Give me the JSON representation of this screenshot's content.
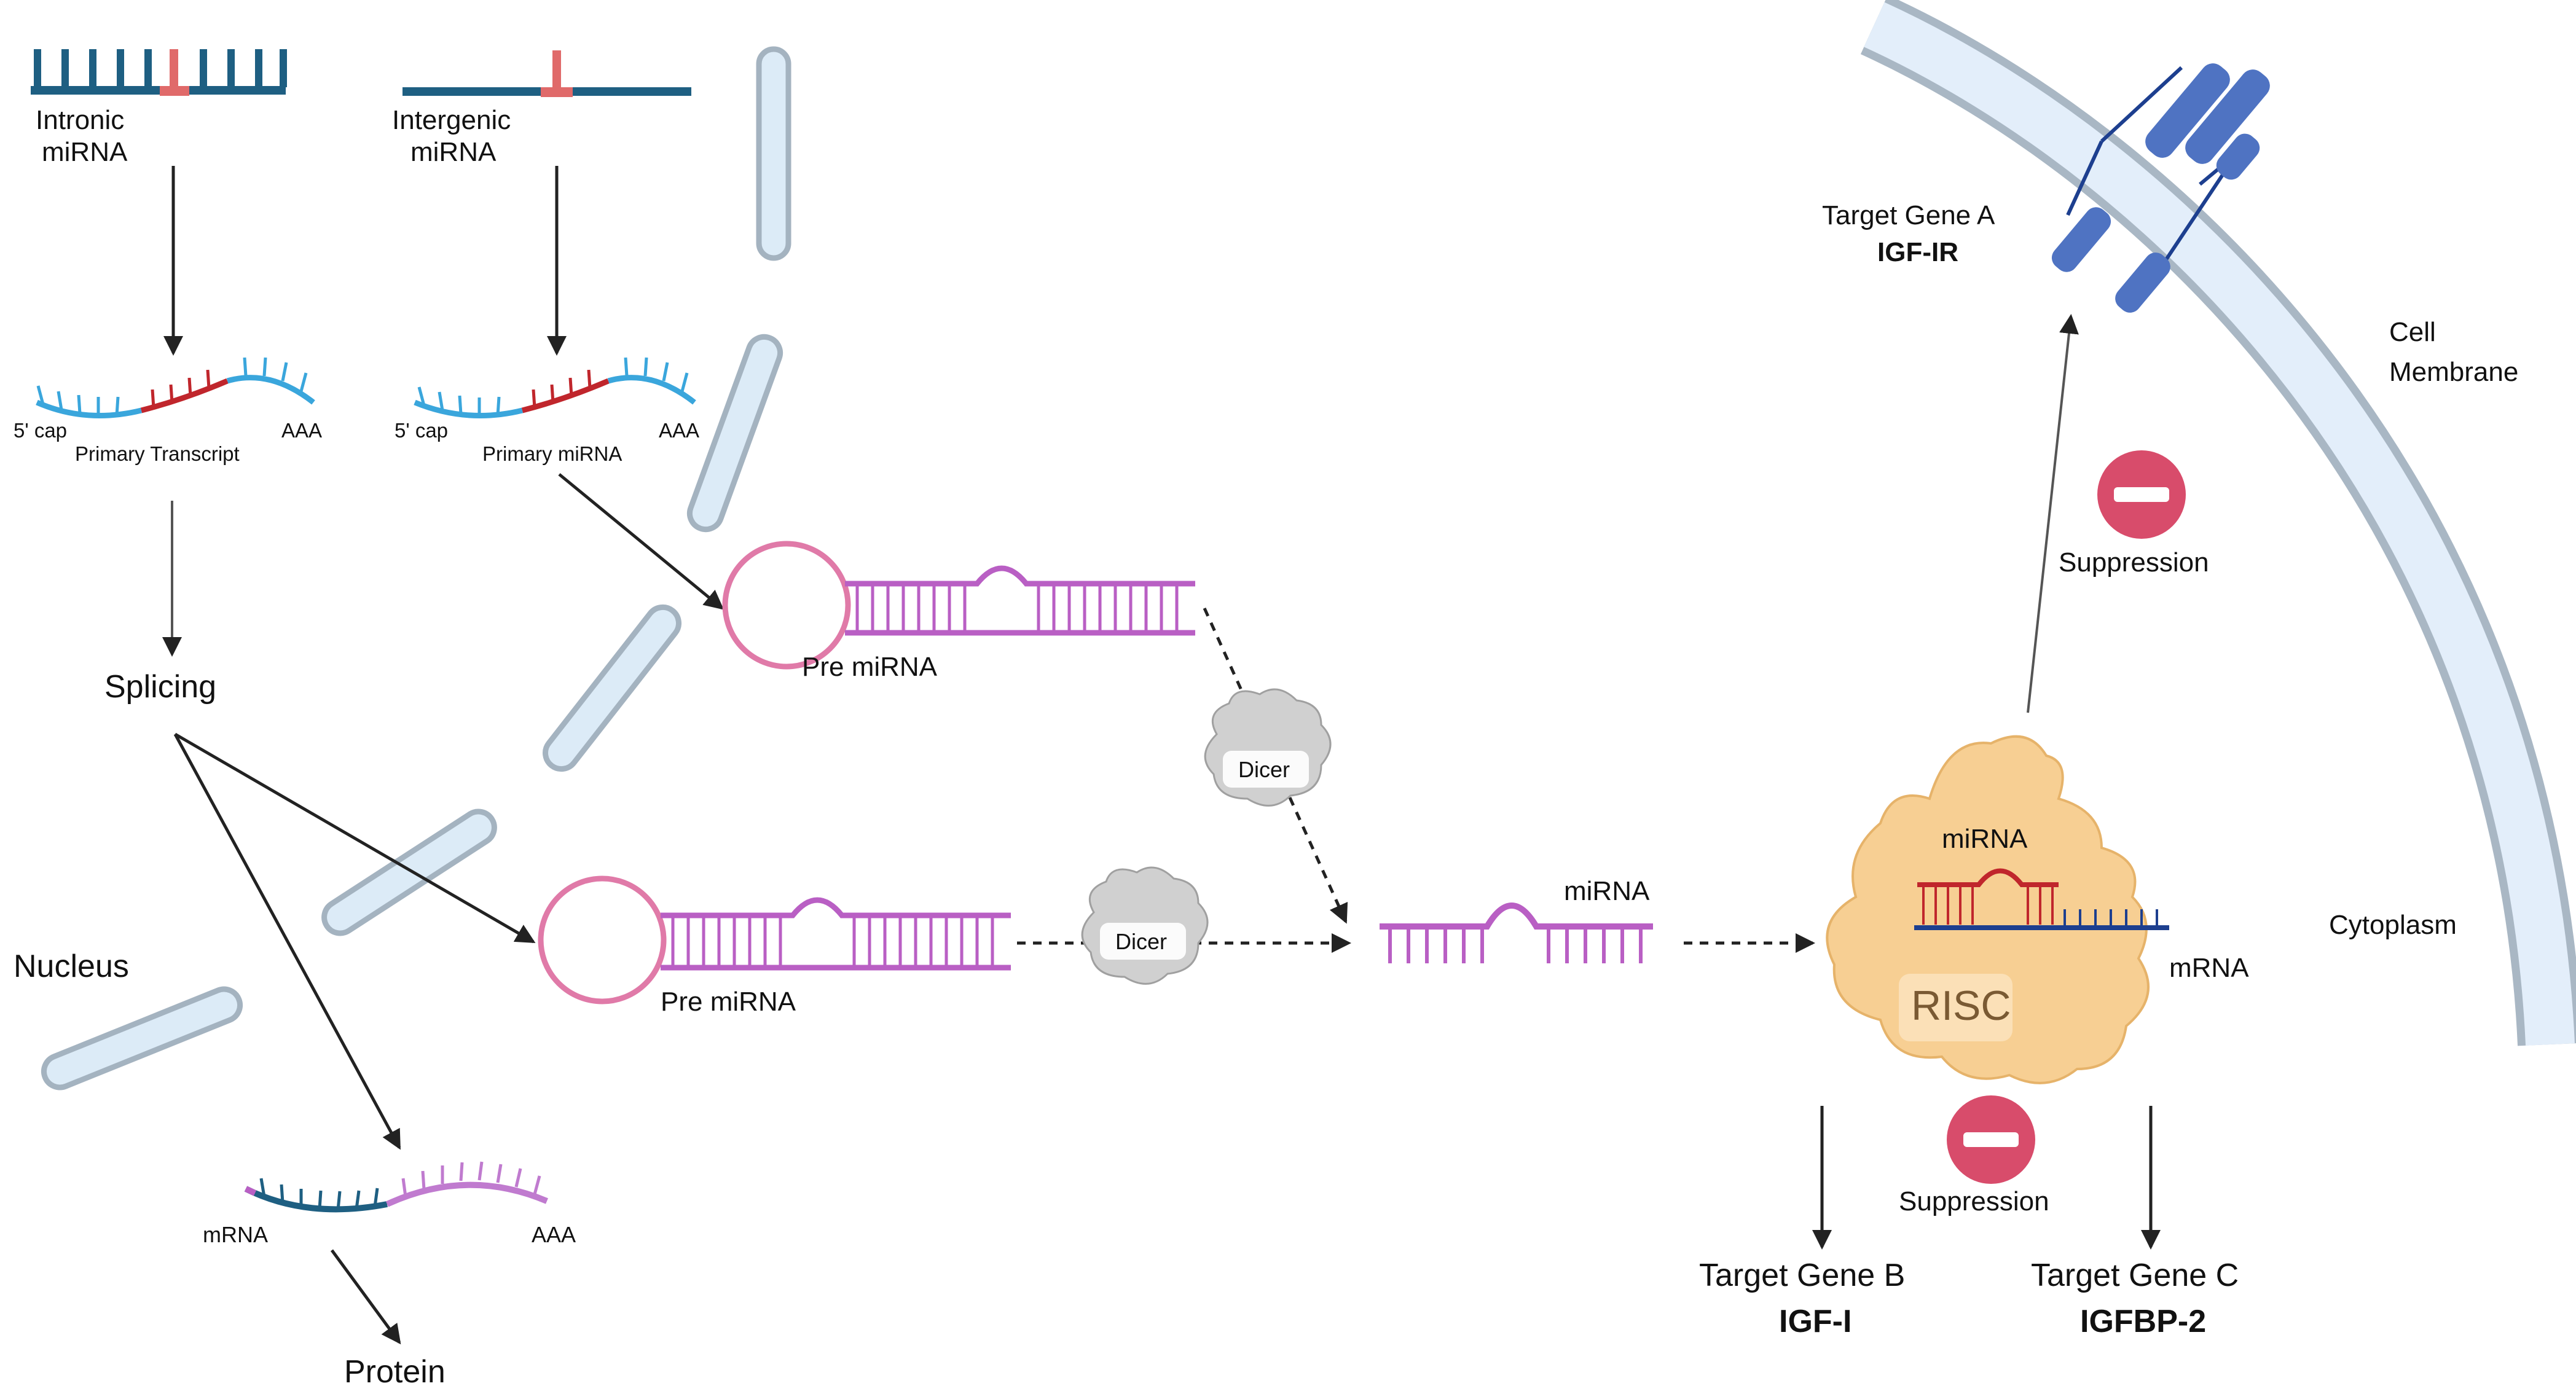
{
  "labels": {
    "intronic": [
      "Intronic",
      "miRNA"
    ],
    "intergenic": [
      "Intergenic",
      "miRNA"
    ],
    "cap_left": "5' cap",
    "aaa_left": "AAA",
    "primary_transcript": "Primary Transcript",
    "cap_right": "5' cap",
    "aaa_right": "AAA",
    "primary_mirna": "Primary miRNA",
    "splicing": "Splicing",
    "nucleus": "Nucleus",
    "pre_mirna_top": "Pre miRNA",
    "pre_mirna_bottom": "Pre miRNA",
    "dicer_top": "Dicer",
    "dicer_bottom": "Dicer",
    "mirna": "miRNA",
    "risc_mirna": "miRNA",
    "risc_mrna": "mRNA",
    "risc": "RISC",
    "mrna_bottom": "mRNA",
    "aaa_bottom": "AAA",
    "protein": "Protein",
    "target_a": "Target Gene A",
    "target_a_gene": "IGF-IR",
    "cell_membrane": [
      "Cell",
      "Membrane"
    ],
    "cytoplasm": "Cytoplasm",
    "suppression_top": "Suppression",
    "suppression_bottom": "Suppression",
    "target_b": "Target Gene B",
    "target_b_gene": "IGF-I",
    "target_c": "Target Gene C",
    "target_c_gene": "IGFBP-2"
  },
  "colors": {
    "gene_strand": "#1e5f82",
    "mirna_insert": "#e06a6a",
    "rna_blue": "#3aa6dc",
    "rna_red": "#c0262c",
    "pre_mirna_pink": "#e07aa8",
    "pre_mirna_purple": "#b95fc4",
    "dicer": "#d0d0d0",
    "risc": "#f7cf93",
    "mrna_navy": "#1d3f8f",
    "receptor": "#4f73c2",
    "membrane_fill": "#e3eefa",
    "membrane_edge": "#a9b7c4",
    "suppression": "#d84c6b"
  },
  "icons": [
    "dicer-icon",
    "risc-complex-icon",
    "receptor-icon",
    "suppression-icon",
    "nucleus-envelope-icon"
  ]
}
